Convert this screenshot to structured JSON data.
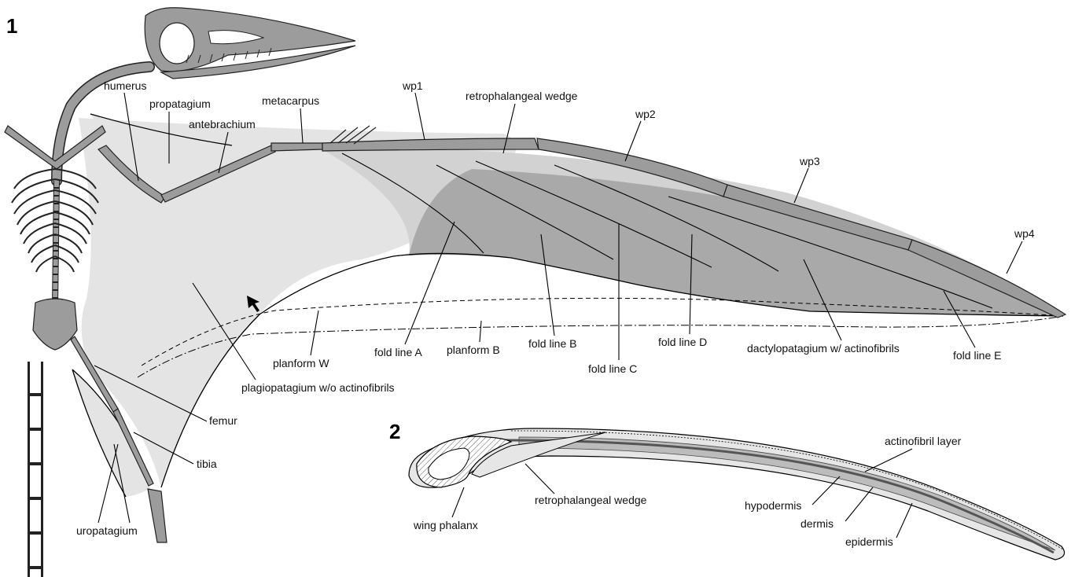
{
  "panel_1": {
    "number": "1",
    "labels": {
      "humerus": "humerus",
      "propatagium": "propatagium",
      "antebrachium": "antebrachium",
      "metacarpus": "metacarpus",
      "wp1": "wp1",
      "retrophalangeal_wedge": "retrophalangeal wedge",
      "wp2": "wp2",
      "wp3": "wp3",
      "wp4": "wp4",
      "fold_line_a": "fold line A",
      "fold_line_b": "fold line B",
      "fold_line_c": "fold line C",
      "fold_line_d": "fold line D",
      "fold_line_e": "fold line E",
      "planform_w": "planform W",
      "planform_b": "planform B",
      "dactylopatagium": "dactylopatagium w/ actinofibrils",
      "plagiopatagium": "plagiopatagium w/o actinofibrils",
      "femur": "femur",
      "tibia": "tibia",
      "uropatagium": "uropatagium"
    }
  },
  "panel_2": {
    "number": "2",
    "labels": {
      "actinofibril_layer": "actinofibril layer",
      "hypodermis": "hypodermis",
      "dermis": "dermis",
      "epidermis": "epidermis",
      "retrophalangeal_wedge": "retrophalangeal wedge",
      "wing_phalanx": "wing phalanx"
    }
  },
  "colors": {
    "light_membrane": "#e4e4e4",
    "mid_membrane": "#d2d2d2",
    "dark_membrane": "#a9a9a9",
    "bone": "#9c9c9c",
    "outline": "#000000"
  }
}
